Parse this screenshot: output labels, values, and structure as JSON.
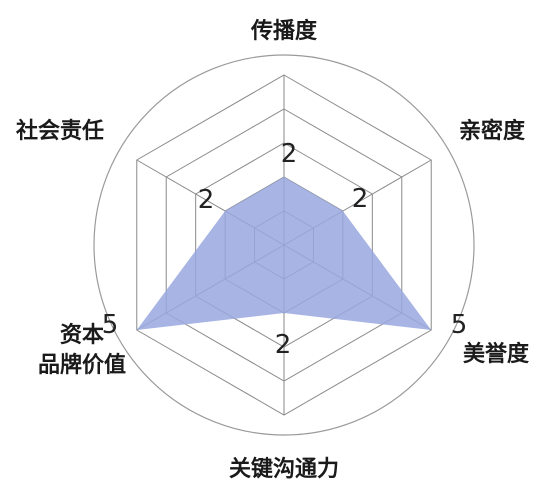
{
  "chart_data": {
    "type": "radar",
    "title": "",
    "axes": [
      {
        "label_lines": [
          "传播度"
        ],
        "value": 2
      },
      {
        "label_lines": [
          "亲密度"
        ],
        "value": 2
      },
      {
        "label_lines": [
          "美誉度"
        ],
        "value": 5
      },
      {
        "label_lines": [
          "关键沟通力"
        ],
        "value": 2
      },
      {
        "label_lines": [
          "资本",
          "品牌价值"
        ],
        "value": 5
      },
      {
        "label_lines": [
          "社会责任"
        ],
        "value": 2
      }
    ],
    "range": [
      0,
      5
    ],
    "grid_levels": 5,
    "grid": true,
    "value_labels": [
      "2",
      "2",
      "5",
      "2",
      "5",
      "2"
    ],
    "colors": {
      "fill": "#98a7df",
      "fill_opacity": 0.85,
      "hexagon_grid": "#8a8a8a",
      "outer_circle": "#9a9a9a"
    }
  }
}
